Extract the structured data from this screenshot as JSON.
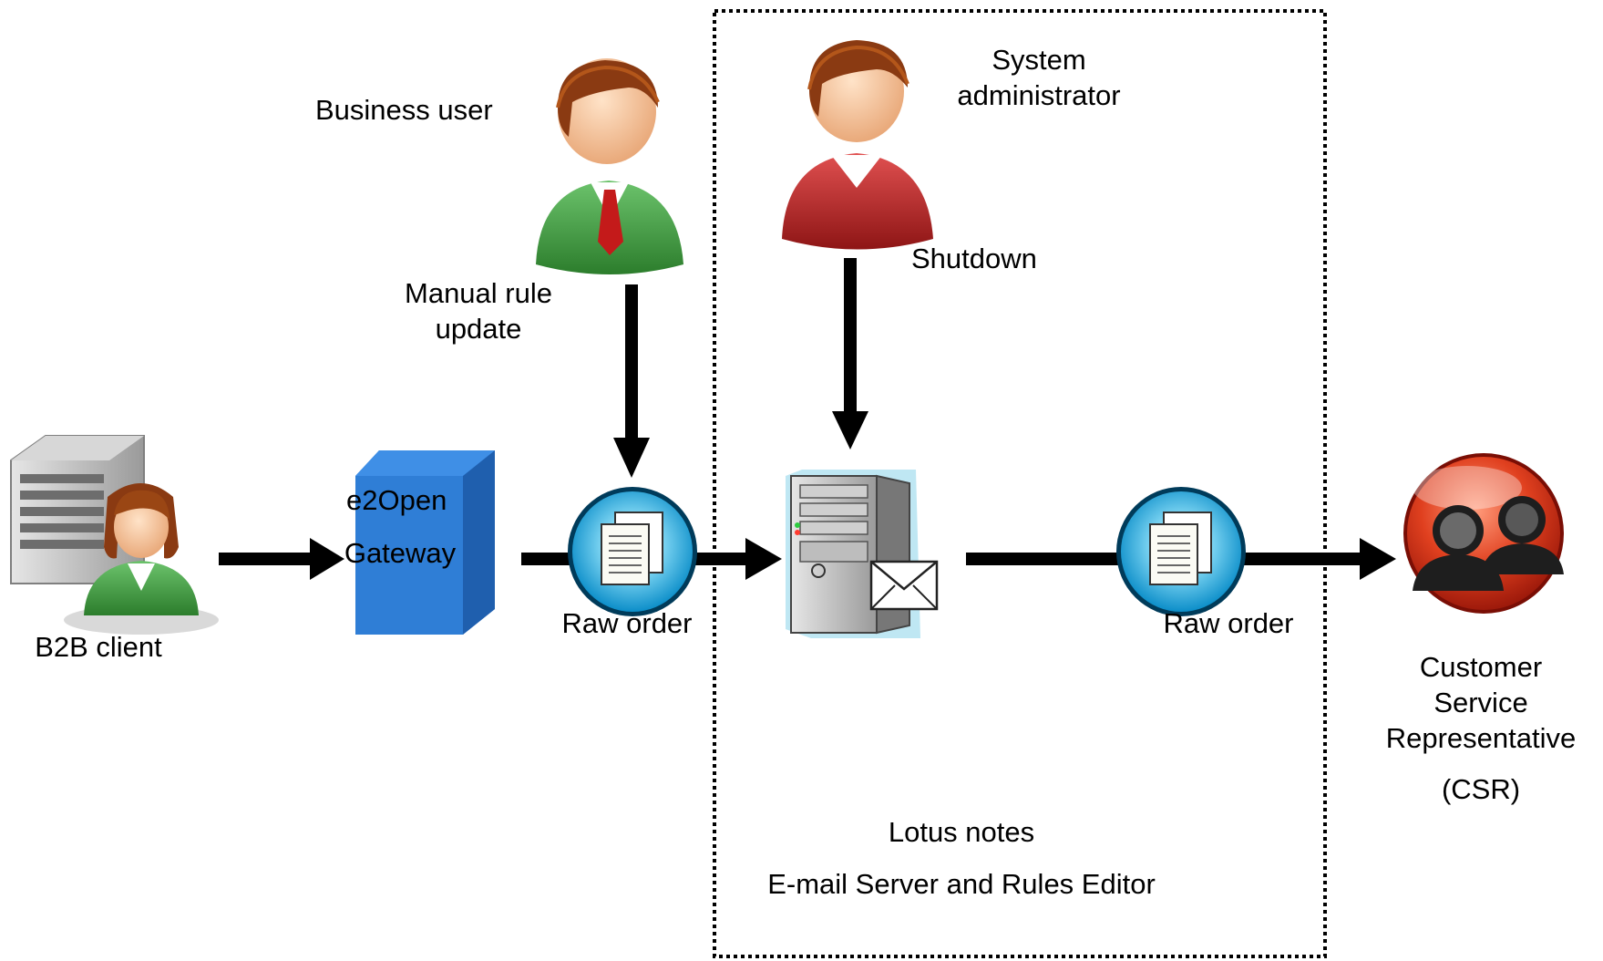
{
  "labels": {
    "business_user": "Business user",
    "manual_rule_update": [
      "Manual rule",
      "update"
    ],
    "system_administrator": [
      "System",
      "administrator"
    ],
    "shutdown": "Shutdown",
    "b2b_client": "B2B client",
    "e2open": "e2Open",
    "gateway": "Gateway",
    "raw_order_1": "Raw order",
    "raw_order_2": "Raw order",
    "csr": [
      "Customer",
      "Service",
      "Representative"
    ],
    "csr_abbrev": "(CSR)",
    "lotus_notes": "Lotus notes",
    "email_server": "E-mail Server and Rules Editor"
  },
  "icons": {
    "business_user": "business-user-icon",
    "system_admin": "system-admin-icon",
    "b2b_client": "b2b-client-server-user-icon",
    "gateway": "gateway-box-icon",
    "raw_order": "document-stack-icon",
    "mail_server": "mail-server-icon",
    "csr": "customer-group-icon"
  },
  "colors": {
    "arrow": "#000000",
    "gateway": "#2b7bd8",
    "business_suit": "#3a9a3a",
    "admin_shirt": "#c02a2a",
    "doc_badge": "#1aa6d9",
    "csr_badge": "#d8321c"
  }
}
